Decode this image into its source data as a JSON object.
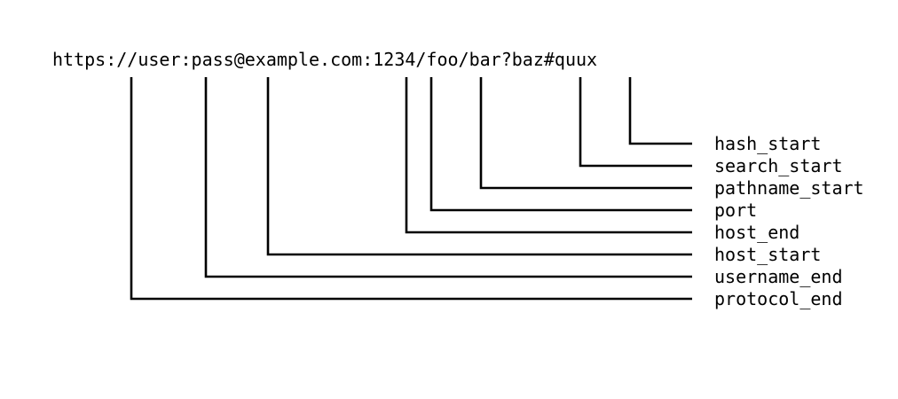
{
  "url": "https://user:pass@example.com:1234/foo/bar?baz#quux",
  "labels": [
    "hash_start",
    "search_start",
    "pathname_start",
    "port",
    "host_end",
    "host_start",
    "username_end",
    "protocol_end"
  ],
  "colors": {
    "background": "#ffffff",
    "ink": "#000000"
  }
}
